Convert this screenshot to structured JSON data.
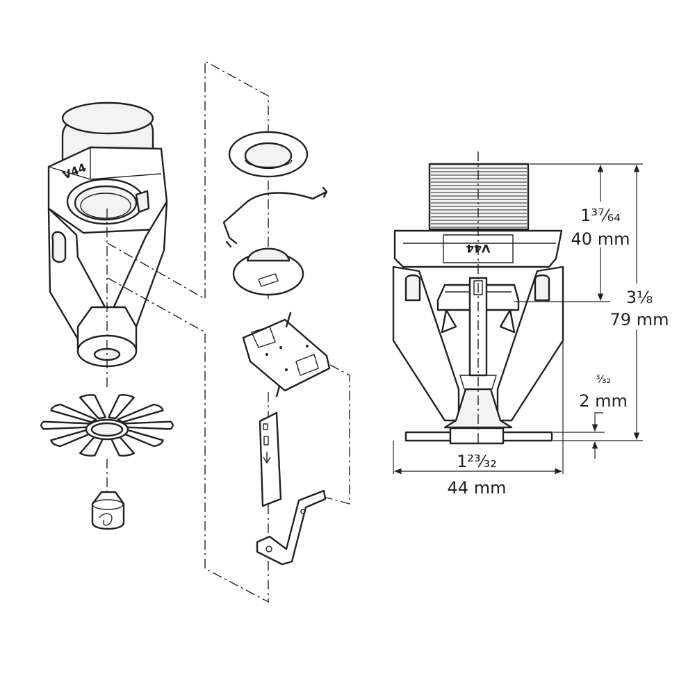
{
  "diagram": {
    "logo_mark": "V44",
    "dimensions": {
      "height_to_deflector": {
        "fraction": "1³⁷⁄₆₄",
        "metric": "40 mm"
      },
      "overall_height": {
        "fraction": "3⅛",
        "metric": "79 mm"
      },
      "deflector_thickness": {
        "fraction": "³⁄₃₂",
        "metric": "2 mm"
      },
      "width": {
        "fraction": "1²³⁄₃₂",
        "metric": "44 mm"
      }
    },
    "colors": {
      "line": "#231f20",
      "background": "#ffffff",
      "shade": "#f3f3f3"
    }
  }
}
